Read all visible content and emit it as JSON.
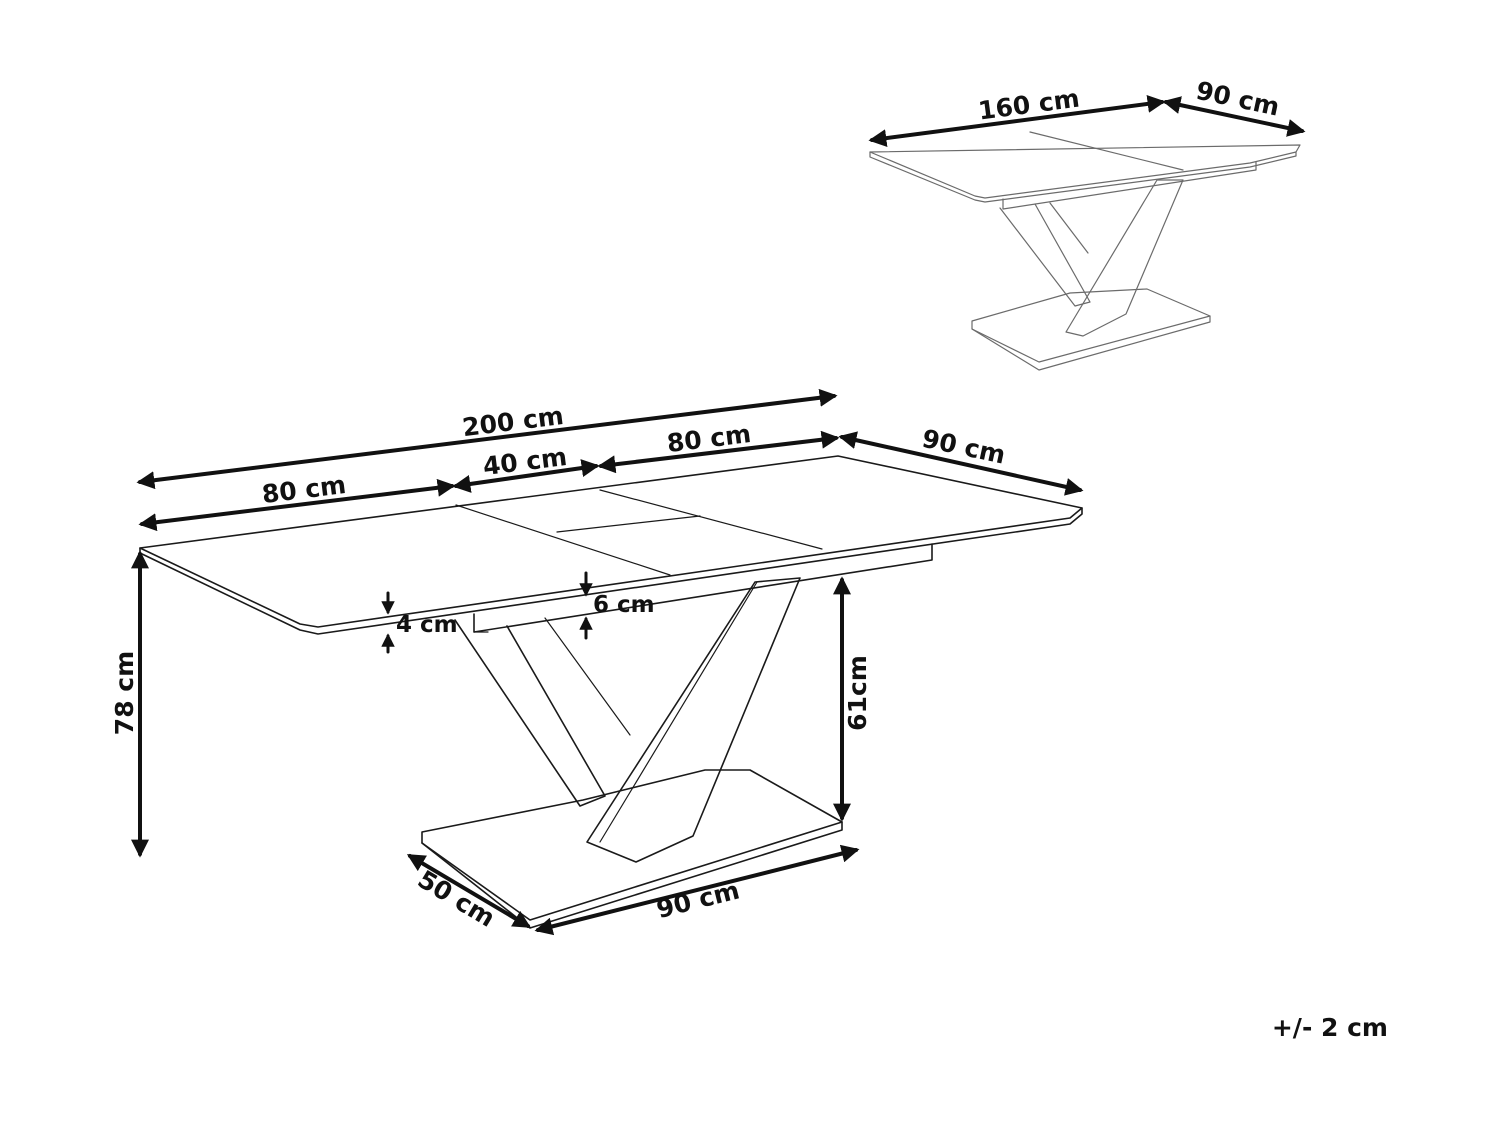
{
  "labels": {
    "small_length": "160 cm",
    "small_width": "90 cm",
    "total_length": "200 cm",
    "leaf_left": "80 cm",
    "leaf_middle": "40 cm",
    "leaf_right": "80 cm",
    "top_width": "90 cm",
    "top_thickness": "4 cm",
    "apron_height": "6 cm",
    "table_height": "78 cm",
    "leg_height": "61cm",
    "base_depth": "50 cm",
    "base_width": "90 cm",
    "tolerance": "+/- 2 cm"
  }
}
